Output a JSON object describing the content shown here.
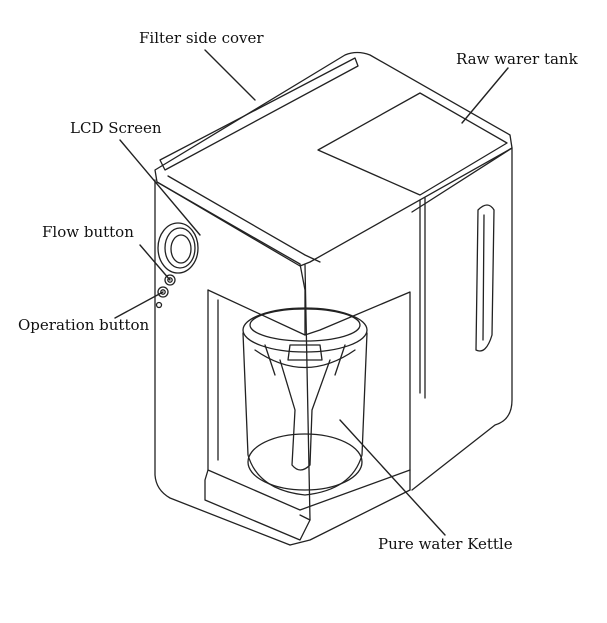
{
  "labels": {
    "filter_side_cover": "Filter side cover",
    "raw_water_tank": "Raw warer tank",
    "lcd_screen": "LCD Screen",
    "flow_button": "Flow button",
    "operation_button": "Operation button",
    "pure_water_kettle": "Pure water Kettle"
  },
  "colors": {
    "line": "#222222",
    "background": "#ffffff"
  }
}
